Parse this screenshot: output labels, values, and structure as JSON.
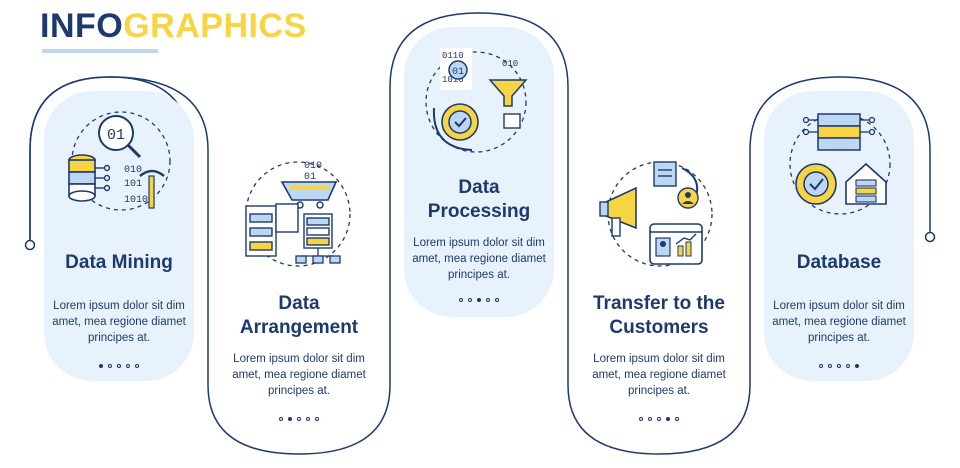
{
  "header": {
    "title_part1": "INFO",
    "title_part2": "GRAPHICS"
  },
  "colors": {
    "navy": "#1d3a6e",
    "yellow": "#f6d442",
    "light_blue": "#e8f2fd",
    "mid_blue": "#bcd7f2"
  },
  "steps": [
    {
      "title_lines": [
        "Data Mining"
      ],
      "body_lines": [
        "Lorem ipsum dolor sit dim",
        "amet, mea regione diamet",
        "principes at."
      ],
      "active_dot": 0,
      "icon": "data-mining-icon"
    },
    {
      "title_lines": [
        "Data",
        "Arrangement"
      ],
      "body_lines": [
        "Lorem ipsum dolor sit dim",
        "amet, mea regione diamet",
        "principes at."
      ],
      "active_dot": 1,
      "icon": "data-arrangement-icon"
    },
    {
      "title_lines": [
        "Data",
        "Processing"
      ],
      "body_lines": [
        "Lorem ipsum dolor sit dim",
        "amet, mea regione diamet",
        "principes at."
      ],
      "active_dot": 2,
      "icon": "data-processing-icon"
    },
    {
      "title_lines": [
        "Transfer to the",
        "Customers"
      ],
      "body_lines": [
        "Lorem ipsum dolor sit dim",
        "amet, mea regione diamet",
        "principes at."
      ],
      "active_dot": 3,
      "icon": "transfer-customers-icon"
    },
    {
      "title_lines": [
        "Database"
      ],
      "body_lines": [
        "Lorem ipsum dolor sit dim",
        "amet, mea regione diamet",
        "principes at."
      ],
      "active_dot": 4,
      "icon": "database-icon"
    }
  ],
  "icon_text": {
    "bits_a": "01",
    "bits_b": "010",
    "bits_c": "1010",
    "bits_d": "101",
    "bits_e": "010",
    "bits_f": "0110",
    "bits_g": "1010"
  }
}
